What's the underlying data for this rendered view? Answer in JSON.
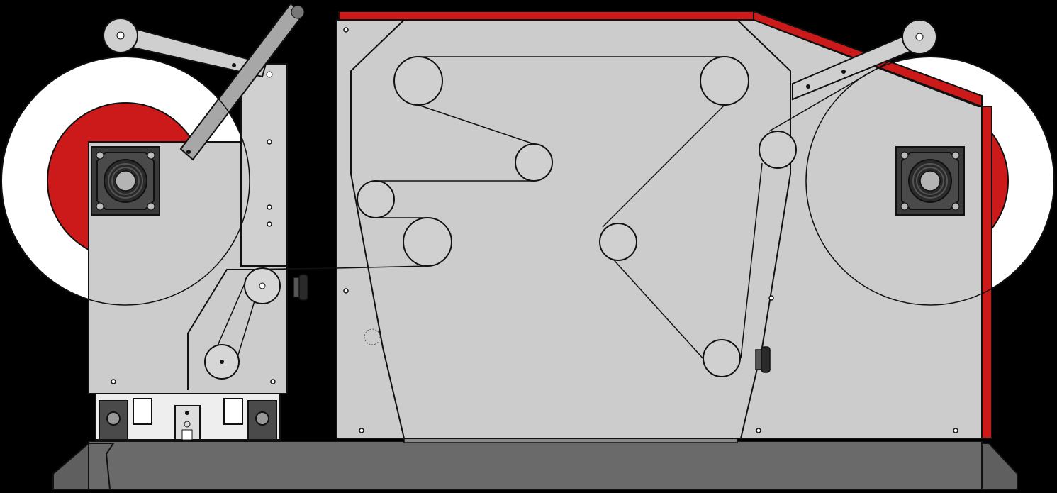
{
  "diagram": {
    "subject": "web-rewinder-machine-side-view",
    "colors": {
      "background": "#000000",
      "frame": "#cccccc",
      "frame_light": "#d6d6d6",
      "accent_red": "#cc1a1a",
      "roll_white": "#ffffff",
      "base_dark": "#5f5f5f",
      "outline": "#111111",
      "chuck": "#3a3a3a"
    },
    "components": {
      "unwind_roll": "unwind-roll",
      "rewind_roll": "rewind-roll",
      "unwind_chuck": "unwind-chuck-flange",
      "rewind_chuck": "rewind-chuck-flange",
      "idler_rollers": 10,
      "knobs": 2
    }
  }
}
